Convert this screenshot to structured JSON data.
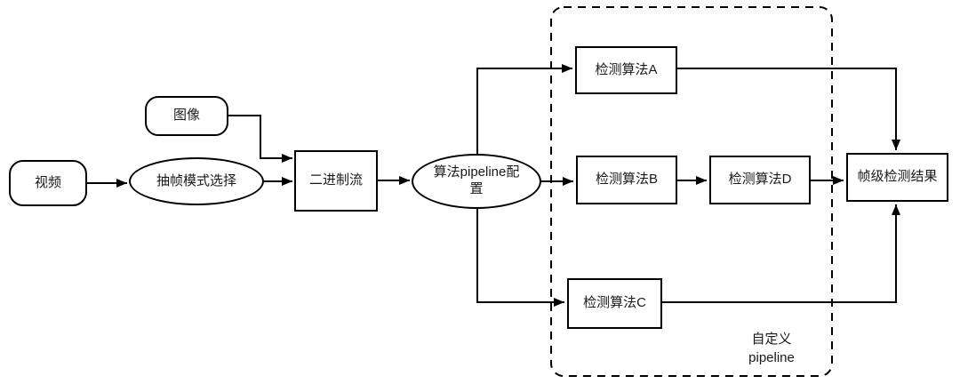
{
  "diagram": {
    "type": "flowchart",
    "background_color": "#ffffff",
    "stroke_color": "#000000",
    "nodes": {
      "video": {
        "label": "视频",
        "shape": "rounded-rectangle"
      },
      "image": {
        "label": "图像",
        "shape": "rounded-rectangle"
      },
      "frame_mode": {
        "label": "抽帧模式选择",
        "shape": "ellipse"
      },
      "binary_stream": {
        "label": "二进制流",
        "shape": "rectangle"
      },
      "pipeline_config": {
        "label": "算法pipeline配置",
        "shape": "ellipse"
      },
      "algo_a": {
        "label": "检测算法A",
        "shape": "rectangle"
      },
      "algo_b": {
        "label": "检测算法B",
        "shape": "rectangle"
      },
      "algo_d": {
        "label": "检测算法D",
        "shape": "rectangle"
      },
      "algo_c": {
        "label": "检测算法C",
        "shape": "rectangle"
      },
      "result": {
        "label": "帧级检测结果",
        "shape": "rectangle"
      }
    },
    "container": {
      "label_line1": "自定义",
      "label_line2": "pipeline",
      "border_style": "dashed"
    },
    "edges": [
      {
        "from": "video",
        "to": "frame_mode"
      },
      {
        "from": "image",
        "to": "binary_stream"
      },
      {
        "from": "frame_mode",
        "to": "binary_stream"
      },
      {
        "from": "binary_stream",
        "to": "pipeline_config"
      },
      {
        "from": "pipeline_config",
        "to": "algo_a"
      },
      {
        "from": "pipeline_config",
        "to": "algo_b"
      },
      {
        "from": "pipeline_config",
        "to": "algo_c"
      },
      {
        "from": "algo_a",
        "to": "result"
      },
      {
        "from": "algo_b",
        "to": "algo_d"
      },
      {
        "from": "algo_d",
        "to": "result"
      },
      {
        "from": "algo_c",
        "to": "result"
      }
    ]
  }
}
